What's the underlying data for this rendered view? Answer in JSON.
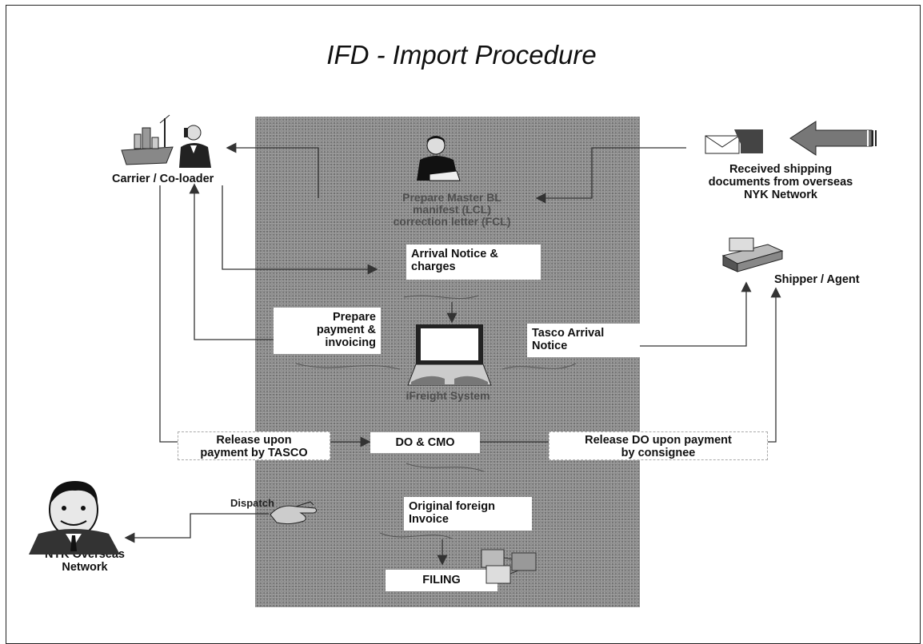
{
  "title": "IFD - Import Procedure",
  "nodes": {
    "carrier": "Carrier / Co-loader",
    "received": [
      "Received shipping",
      "documents from overseas",
      "NYK Network"
    ],
    "prepare_master": [
      "Prepare Master BL",
      "manifest (LCL)",
      "correction letter (FCL)"
    ],
    "arrival_notice": [
      "Arrival Notice &",
      "charges"
    ],
    "shipper_agent": "Shipper / Agent",
    "prepare_payment": [
      "Prepare",
      "payment &",
      "invoicing"
    ],
    "tasco_arrival": [
      "Tasco Arrival",
      "Notice"
    ],
    "ifreight": "iFreight System",
    "release_tasco": [
      "Release upon",
      "payment by TASCO"
    ],
    "do_cmo": "DO & CMO",
    "release_do": [
      "Release DO upon payment",
      "by consignee"
    ],
    "dispatch": "Dispatch",
    "original_invoice": [
      "Original foreign",
      "Invoice"
    ],
    "nyk_overseas": [
      "NYK Overseas",
      "Network"
    ],
    "filing": "FILING"
  },
  "icons": [
    "ship-icon",
    "phone-person-icon",
    "envelope-icon",
    "big-arrow-icon",
    "person-writing-icon",
    "printer-icon",
    "laptop-icon",
    "hand-icon",
    "businessman-icon",
    "folders-icon"
  ]
}
